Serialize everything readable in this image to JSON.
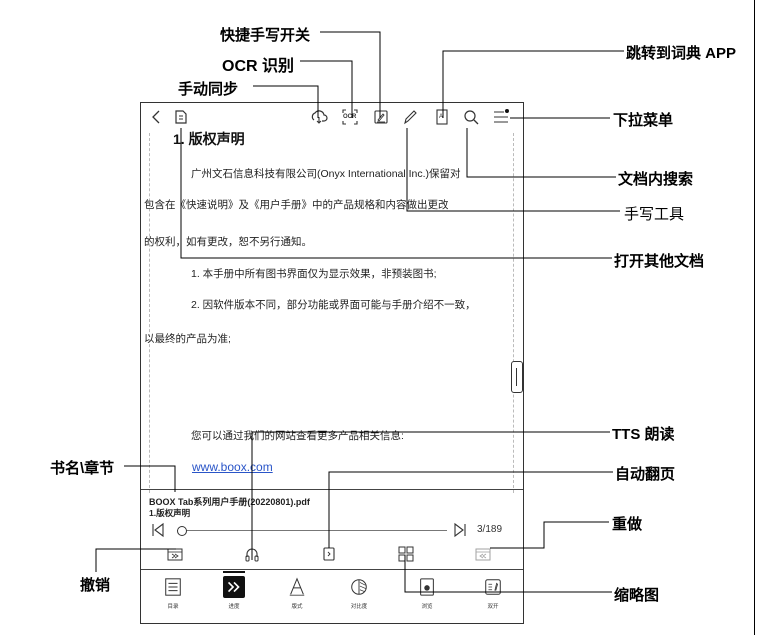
{
  "annotations": {
    "quick_handwriting": "快捷手写开关",
    "ocr": "OCR 识别",
    "manual_sync": "手动同步",
    "dictionary": "跳转到词典 APP",
    "dropdown_menu": "下拉菜单",
    "doc_search": "文档内搜索",
    "handwriting_tool": "手写工具",
    "open_other_doc": "打开其他文档",
    "tts": "TTS 朗读",
    "book_chapter": "书名\\章节",
    "auto_page": "自动翻页",
    "redo": "重做",
    "undo": "撤销",
    "thumbnail": "缩略图"
  },
  "toolbar": {
    "ocr_text": "OCR",
    "dict_text": "A"
  },
  "document": {
    "heading": "1. 版权声明",
    "lines": [
      "广州文石信息科技有限公司(Onyx International Inc.)保留对",
      "包含在《快速说明》及《用户手册》中的产品规格和内容做出更改",
      "的权利，如有更改，恕不另行通知。",
      "1. 本手册中所有图书界面仅为显示效果，非预装图书;",
      "2. 因软件版本不同，部分功能或界面可能与手册介绍不一致，",
      "以最终的产品为准;",
      "您可以通过我们的网站查看更多产品相关信息:"
    ],
    "link": "www.boox.com"
  },
  "footer_info": {
    "book_title": "BOOX Tab系列用户手册(20220801).pdf",
    "chapter": "1.版权声明",
    "page": "3/189",
    "progress": 0.0106
  },
  "bottom_bar": {
    "items": [
      "目录",
      "进度",
      "版式",
      "对比度",
      "浏览",
      "双开"
    ]
  }
}
